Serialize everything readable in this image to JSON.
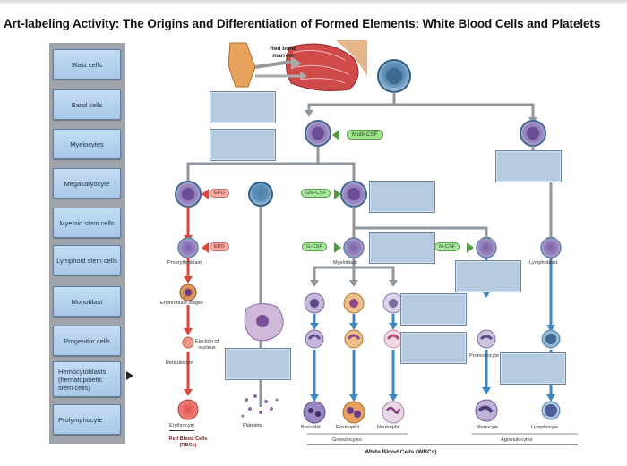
{
  "title": "Art-labeling Activity: The Origins and Differentiation of Formed Elements: White Blood Cells and Platelets",
  "labels": [
    "Blast cells",
    "Band cells",
    "Myelocytes",
    "Megakaryocyte",
    "Myeloid stem cells",
    "Lymphoid stem cells",
    "Monoblast",
    "Progenitor cells",
    "Hemocytoblasts (hematopoietic stem cells)",
    "Prolymphocyte"
  ],
  "diagram": {
    "red_bone_marrow": "Red bone marrow",
    "multi_csf": "Multi-CSF",
    "epo_1": "EPO",
    "epo_2": "EPO",
    "gm_csf": "GM-CSF",
    "g_csf": "G-CSF",
    "m_csf": "M-CSF",
    "proerythroblast": "Proerythroblast",
    "myeloblast": "Myeloblast",
    "lymphoblast": "Lymphoblast",
    "erythroblast_stages": "Erythroblast stages",
    "ejection_of_nucleus": "Ejection of nucleus",
    "reticulocyte": "Reticulocyte",
    "promonocyte": "Promonocyte",
    "erythrocyte": "Erythrocyte",
    "platelets": "Platelets",
    "basophil": "Basophil",
    "eosinophil": "Eosinophil",
    "neutrophil": "Neutrophil",
    "monocyte": "Monocyte",
    "lymphocyte": "Lymphocyte",
    "rbcs": "Red Blood Cells (RBCs)",
    "granulocytes": "Granulocytes",
    "agranulocytes": "Agranulocytes",
    "wbcs": "White Blood Cells (WBCs)"
  },
  "colors": {
    "label_fill": "#b3d0ee",
    "dropbox_fill": "#b6cbe0",
    "sidebar": "#9fa4aa",
    "arrow_gray": "#8f969c",
    "arrow_red": "#d8473a",
    "arrow_blue": "#3d86c6"
  }
}
